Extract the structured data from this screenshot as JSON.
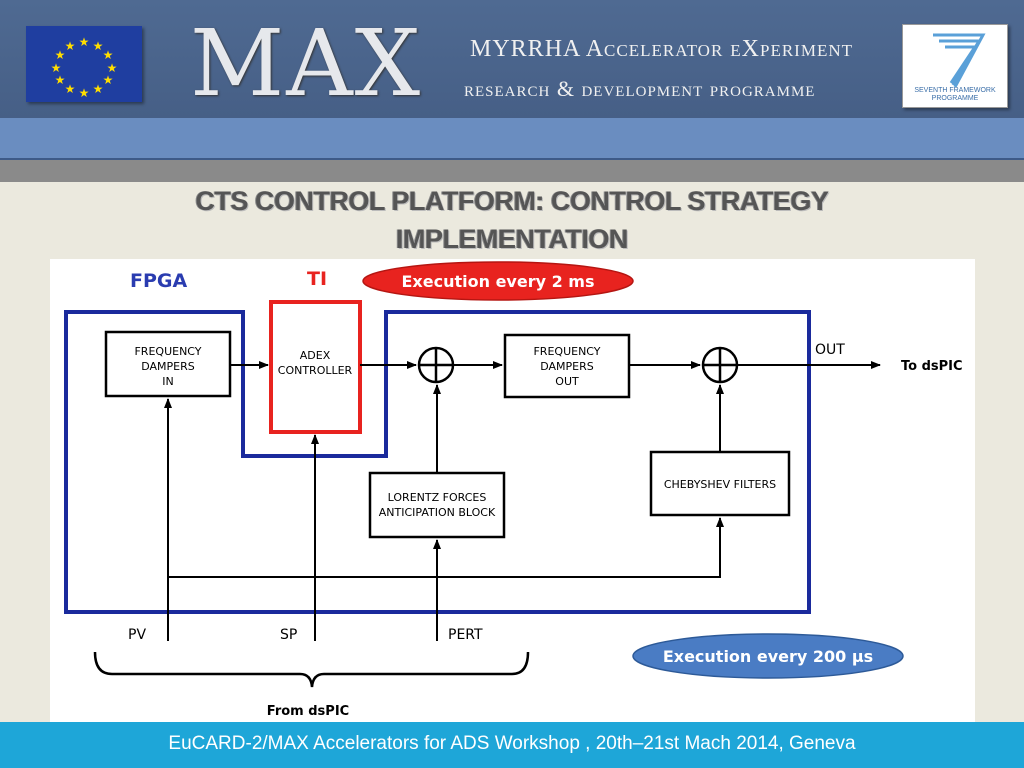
{
  "header": {
    "logo_text": "MAX",
    "programme_line1": "MYRRHA Accelerator eXperiment",
    "programme_line2": "research & development programme",
    "fp7_label_1": "SEVENTH FRAMEWORK",
    "fp7_label_2": "PROGRAMME"
  },
  "slide": {
    "title_line1": "CTS CONTROL PLATFORM: CONTROL STRATEGY",
    "title_line2": "IMPLEMENTATION"
  },
  "diagram": {
    "fpga_label": "FPGA",
    "ti_label": "TI",
    "exec_fast": "Execution every 2 ms",
    "exec_slow": "Execution every 200 µs",
    "blocks": {
      "freq_in": [
        "FREQUENCY",
        "DAMPERS",
        "IN"
      ],
      "adex": [
        "ADEX",
        "CONTROLLER"
      ],
      "freq_out": [
        "FREQUENCY",
        "DAMPERS",
        "OUT"
      ],
      "lorentz": [
        "LORENTZ FORCES",
        "ANTICIPATION BLOCK"
      ],
      "chebyshev": [
        "CHEBYSHEV FILTERS"
      ]
    },
    "out_label": "OUT",
    "to_label": "To dsPIC",
    "pv_label": "PV",
    "sp_label": "SP",
    "pert_label": "PERT",
    "from_label": "From dsPIC"
  },
  "footer": {
    "text": "EuCARD-2/MAX Accelerators for ADS Workshop , 20th–21st Mach 2014, Geneva"
  },
  "colors": {
    "fpga_blue": "#1a2a9c",
    "ti_red": "#e8231f",
    "exec_fast_fill": "#e8231f",
    "exec_slow_fill": "#4a7cc4",
    "footer_bg": "#1ea6d8"
  }
}
